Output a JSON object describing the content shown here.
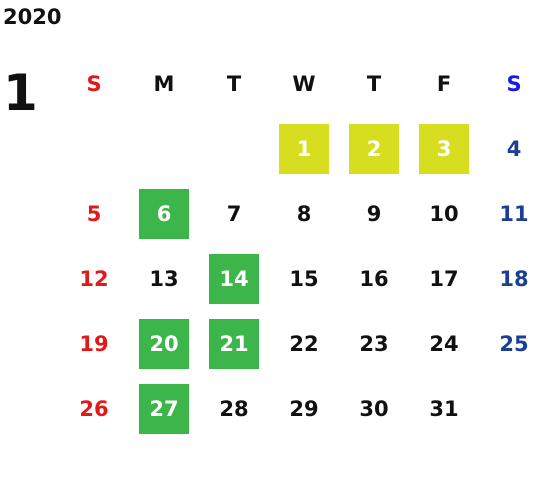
{
  "year": "2020",
  "month": "1",
  "colors": {
    "sunday": "#e0191b",
    "saturday": "#1c3f94",
    "saturday_header": "#1a1ae6",
    "weekday": "#111111",
    "holiday_fill": "#3cb54a",
    "new_year_fill": "#d7de1f",
    "highlight_text": "#ffffff"
  },
  "weekdays": [
    "S",
    "M",
    "T",
    "W",
    "T",
    "F",
    "S"
  ],
  "weeks": [
    [
      {
        "label": ""
      },
      {
        "label": ""
      },
      {
        "label": ""
      },
      {
        "label": "1",
        "hl": "yellow"
      },
      {
        "label": "2",
        "hl": "yellow"
      },
      {
        "label": "3",
        "hl": "yellow"
      },
      {
        "label": "4"
      }
    ],
    [
      {
        "label": "5"
      },
      {
        "label": "6",
        "hl": "green"
      },
      {
        "label": "7"
      },
      {
        "label": "8"
      },
      {
        "label": "9"
      },
      {
        "label": "10"
      },
      {
        "label": "11"
      }
    ],
    [
      {
        "label": "12"
      },
      {
        "label": "13"
      },
      {
        "label": "14",
        "hl": "green"
      },
      {
        "label": "15"
      },
      {
        "label": "16"
      },
      {
        "label": "17"
      },
      {
        "label": "18"
      }
    ],
    [
      {
        "label": "19"
      },
      {
        "label": "20",
        "hl": "green"
      },
      {
        "label": "21",
        "hl": "green"
      },
      {
        "label": "22"
      },
      {
        "label": "23"
      },
      {
        "label": "24"
      },
      {
        "label": "25"
      }
    ],
    [
      {
        "label": "26"
      },
      {
        "label": "27",
        "hl": "green"
      },
      {
        "label": "28"
      },
      {
        "label": "29"
      },
      {
        "label": "30"
      },
      {
        "label": "31"
      },
      {
        "label": ""
      }
    ]
  ]
}
